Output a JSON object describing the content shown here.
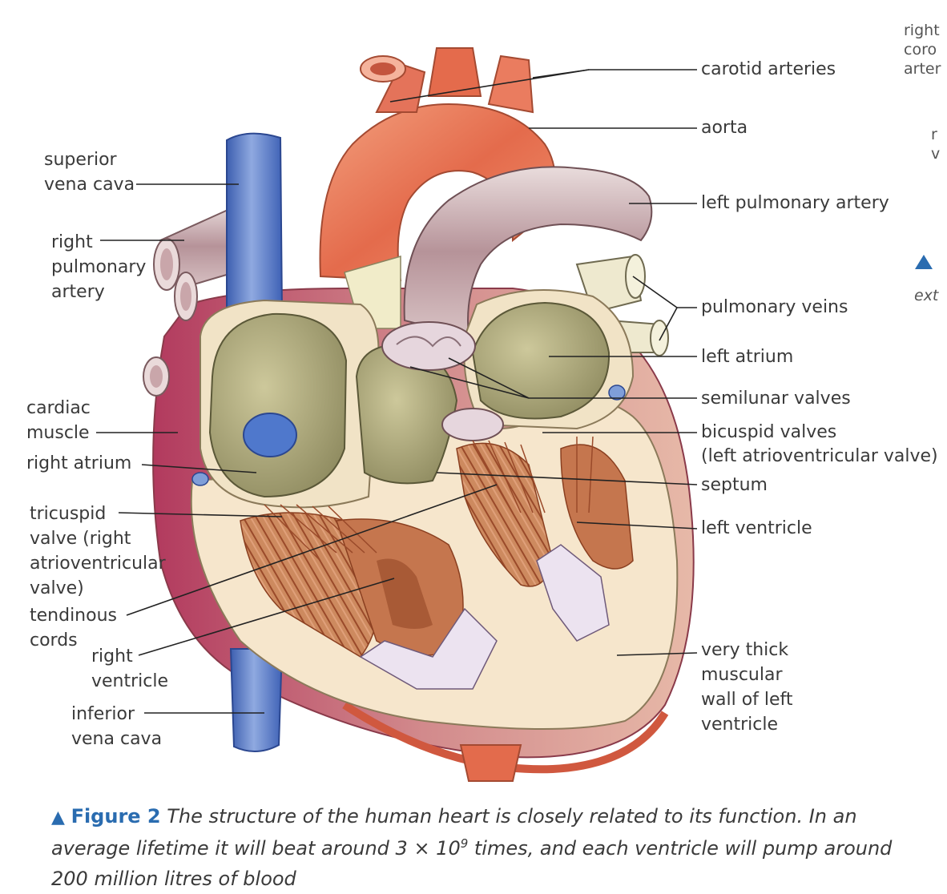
{
  "labels_right": {
    "carotid": "carotid arteries",
    "aorta": "aorta",
    "left_pulmonary_artery": "left pulmonary artery",
    "pulmonary_veins": "pulmonary veins",
    "left_atrium": "left atrium",
    "semilunar": "semilunar valves",
    "bicuspid_1": "bicuspid valves",
    "bicuspid_2": "(left atrioventricular valve)",
    "septum": "septum",
    "left_ventricle": "left ventricle",
    "thick_wall": "very thick\nmuscular\nwall of left\nventricle"
  },
  "labels_left": {
    "superior_vena_cava": "superior\nvena cava",
    "right_pulmonary_artery": "right\npulmonary\nartery",
    "cardiac_muscle": "cardiac\nmuscle",
    "right_atrium": "right atrium",
    "tricuspid": "tricuspid\nvalve (right\natrioventricular\nvalve)",
    "tendinous": "tendinous\ncords",
    "right_ventricle": "right\nventricle",
    "inferior_vena_cava": "inferior\nvena cava"
  },
  "clipped_text": {
    "top_right": "right\ncoro\narter",
    "mid_right": "r\nv",
    "ext": "ext"
  },
  "caption": {
    "figure_label": "Figure 2",
    "text_before_sup": "The structure of the human heart is closely related to its function. In an average lifetime it will beat around 3 × 10",
    "superscript": "9",
    "text_after_sup": " times, and each ventricle will pump around 200 million litres of blood"
  },
  "colors": {
    "accent": "#2a6cb0",
    "aorta": "#e8775a",
    "vena_cava": "#4a72c4",
    "pulmonary_artery": "#b99a9f",
    "chamber_fill": "#a8a47a",
    "muscle_wall": "#f6e6cc",
    "tendon_fibres": "#b5623c"
  }
}
